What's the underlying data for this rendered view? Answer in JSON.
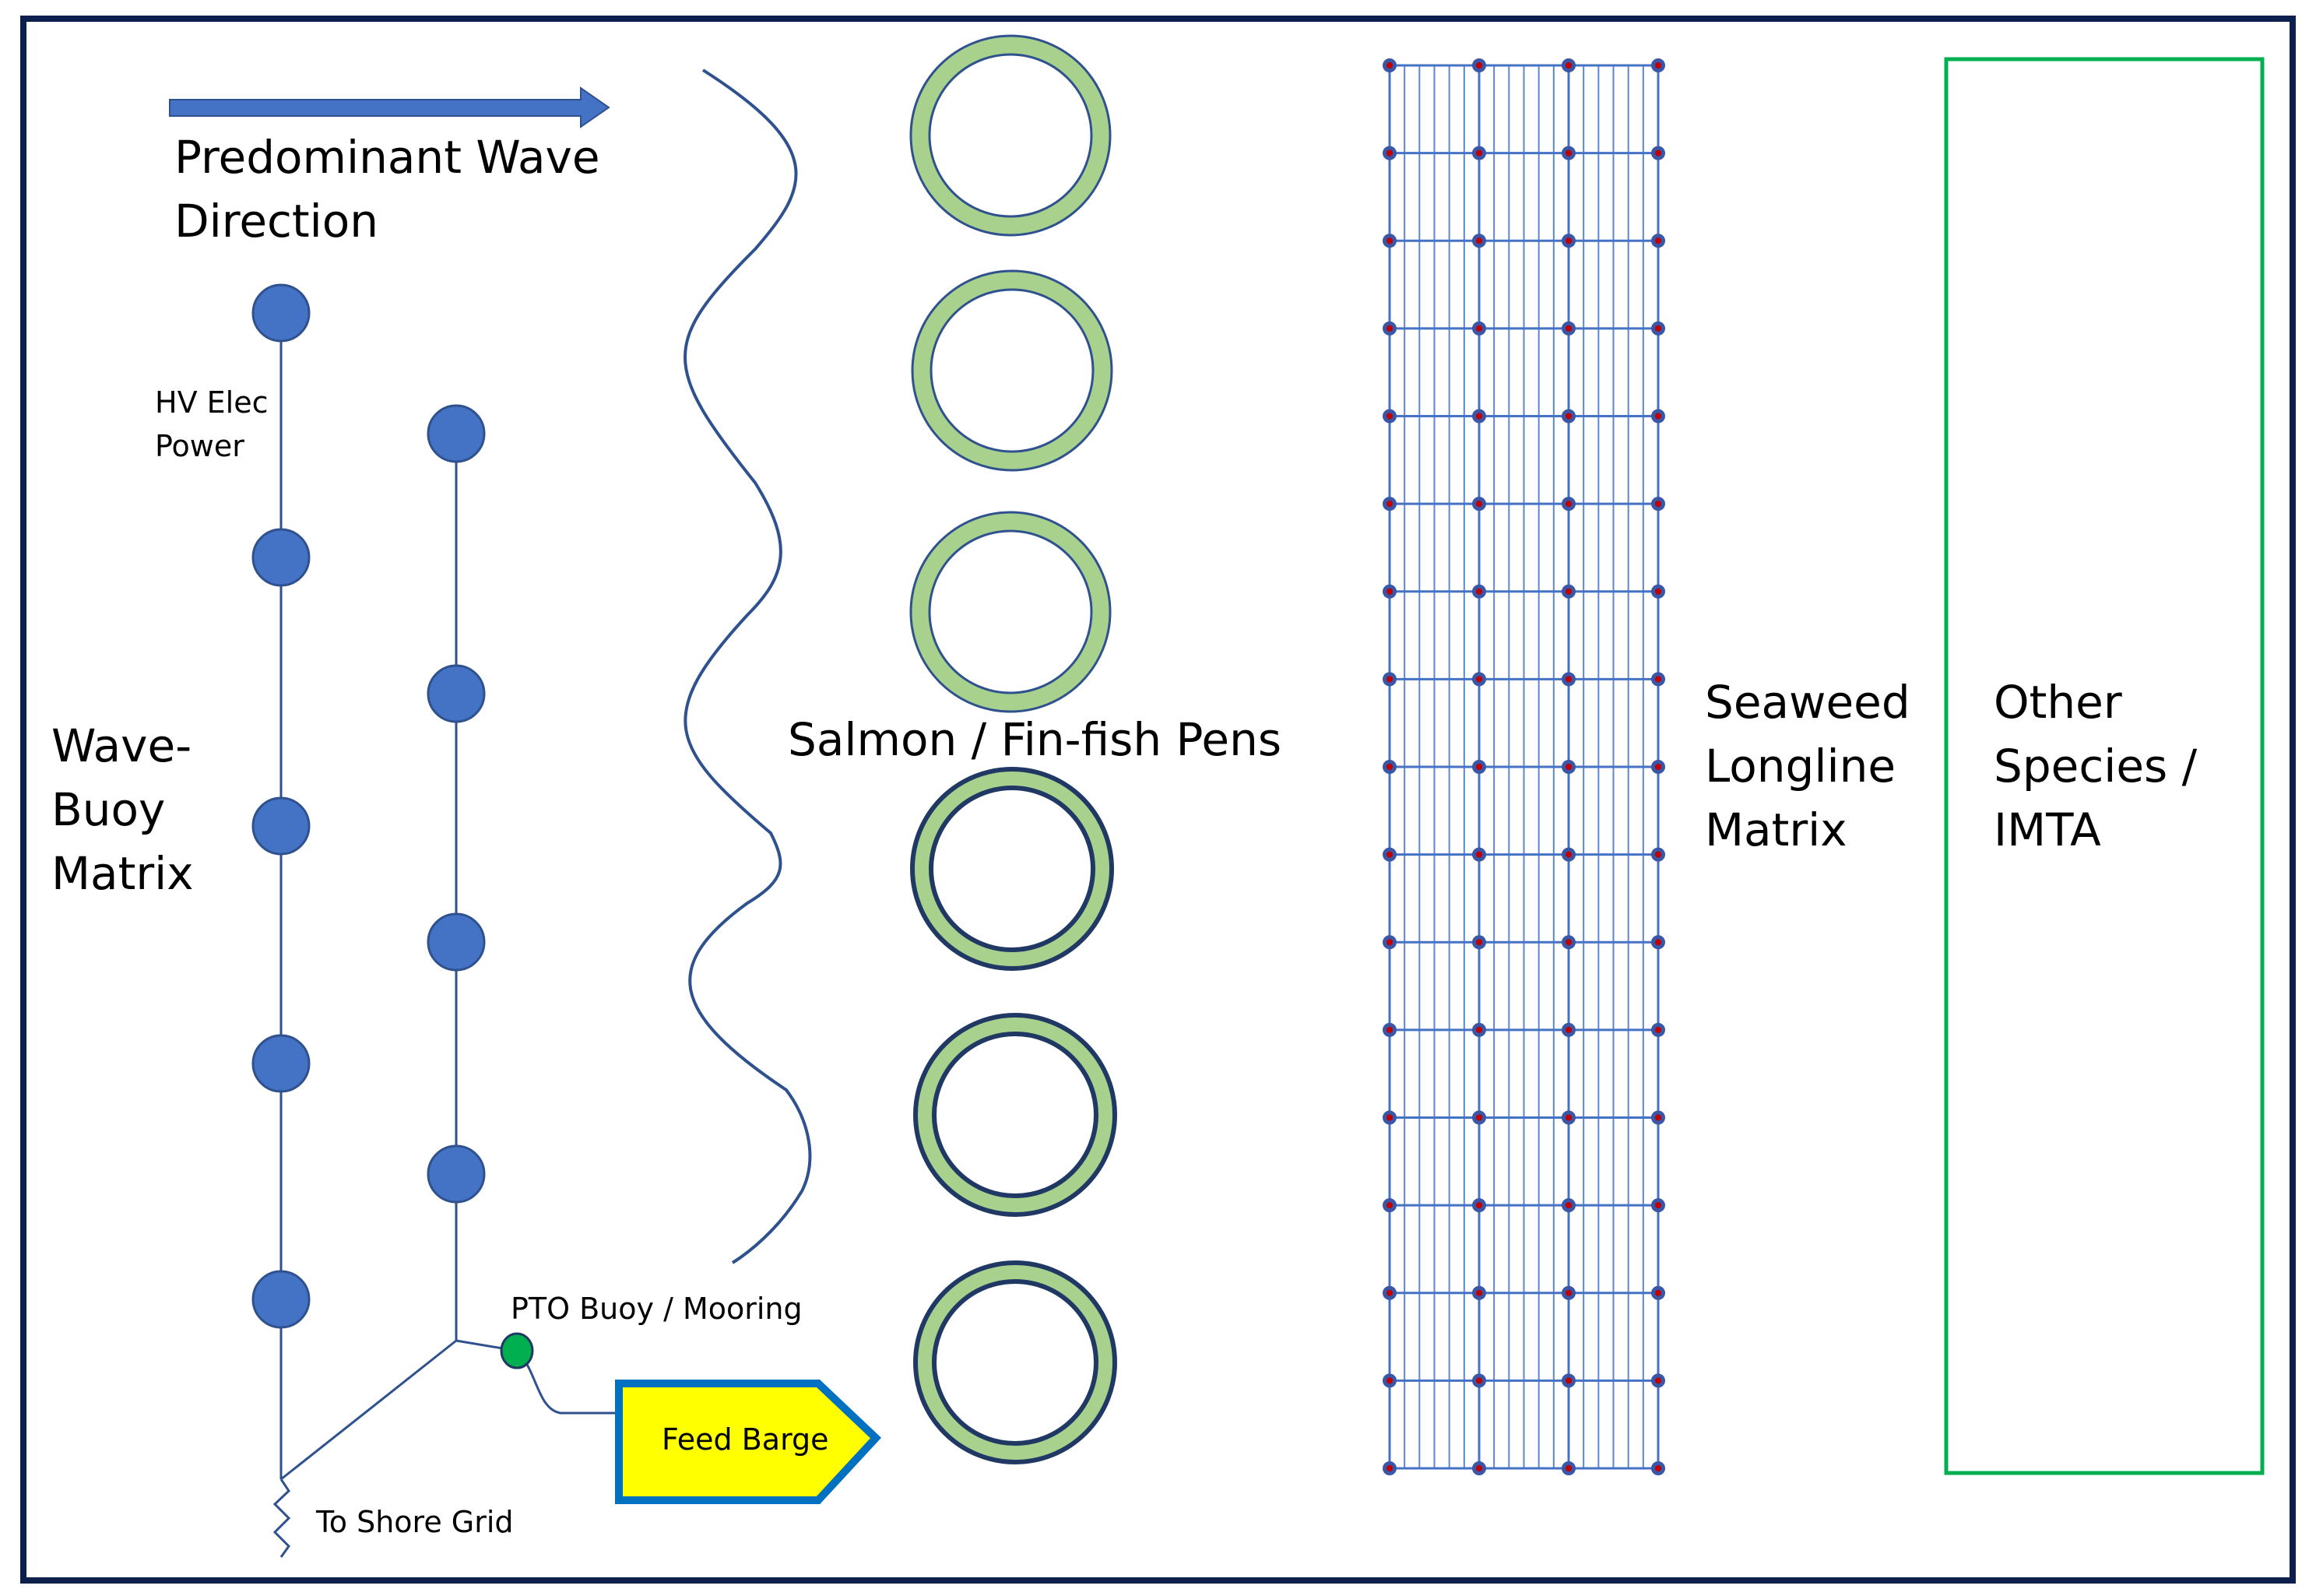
{
  "labels": {
    "wave_direction": [
      "Predominant Wave",
      "Direction"
    ],
    "hv_power": [
      "HV Elec",
      "Power"
    ],
    "wave_buoy_matrix": [
      "Wave-",
      "Buoy",
      "Matrix"
    ],
    "salmon_pens": "Salmon / Fin-fish Pens",
    "seaweed": [
      "Seaweed",
      "Longline",
      "Matrix"
    ],
    "other_species": [
      "Other",
      "Species /",
      "IMTA"
    ],
    "pto_buoy": "PTO Buoy / Mooring",
    "feed_barge": "Feed Barge",
    "to_shore": "To Shore Grid"
  },
  "counts": {
    "buoys_left_line": 5,
    "buoys_right_line": 4,
    "fish_pens": 6,
    "longline_rows": 17,
    "longline_columns": 4
  },
  "colors": {
    "frame": "#0d1f4d",
    "buoy": "#4472c4",
    "buoy_edge": "#2f528f",
    "line": "#2f528f",
    "arrow": "#4472c4",
    "pen_ring": "#a9d18e",
    "pen_edge": "#2f528f",
    "pen_edge_dark": "#203864",
    "grid_line": "#4472c4",
    "grid_node": "#3a56a6",
    "grid_node_center": "#c00000",
    "pto_buoy": "#00b050",
    "barge_fill": "#ffff00",
    "barge_edge": "#0070c0",
    "imta_box": "#00b050"
  }
}
